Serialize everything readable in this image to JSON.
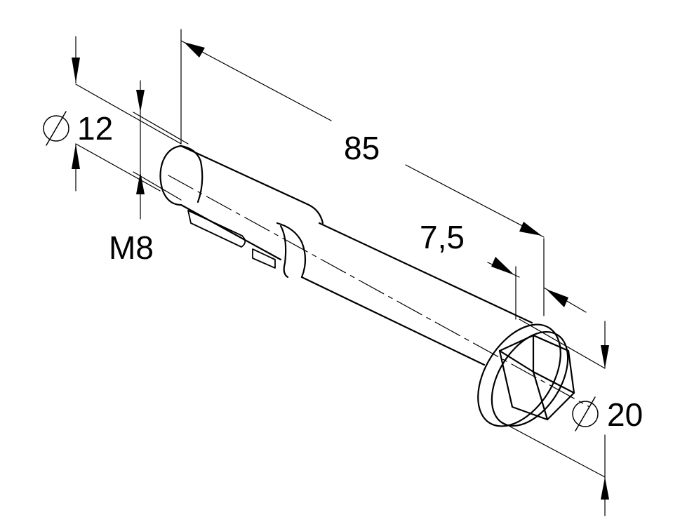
{
  "dimensions": {
    "bolt_diameter": {
      "symbol": "⌀",
      "value": "12"
    },
    "length": {
      "value": "85"
    },
    "thread": {
      "value": "M8"
    },
    "washer_thickness": {
      "value": "7,5"
    },
    "washer_diameter": {
      "symbol": "⌀",
      "value": "20"
    }
  },
  "colors": {
    "line": "#000000",
    "background": "#ffffff"
  }
}
